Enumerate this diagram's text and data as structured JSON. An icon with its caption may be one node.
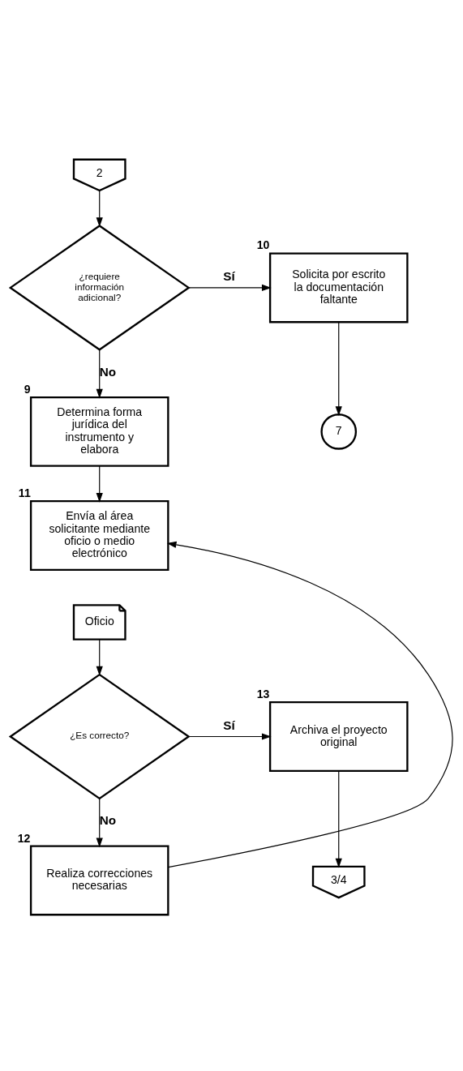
{
  "diagram": {
    "nodes": [
      {
        "text": [
          "2"
        ]
      },
      {
        "text": [
          "¿requiere información adicional?"
        ]
      },
      {
        "text": [
          "Solicita por escrito la documentación faltante"
        ],
        "beside": [
          "10"
        ]
      },
      {
        "text": [
          "7"
        ]
      },
      {
        "text": [
          "Determina forma jurídica del instrumento y elabora"
        ],
        "beside": [
          "9"
        ]
      },
      {
        "text": [
          "Envía al área solicitante mediante oficio o medio electrónico"
        ],
        "beside": [
          "11"
        ]
      },
      {
        "text": [
          "Oficio"
        ]
      },
      {
        "text": [
          "¿Es correcto?"
        ]
      },
      {
        "text": [
          "Archiva el proyecto original"
        ],
        "beside": [
          "13"
        ]
      },
      {
        "text": [
          "3/4"
        ]
      },
      {
        "text": [
          "Realiza correcciones necesarias"
        ],
        "beside": [
          "12"
        ]
      }
    ],
    "edges": [
      {
        "from": 0,
        "to": 1,
        "arrow": "to"
      },
      {
        "from": 1,
        "to": 2,
        "arrow": "to",
        "label": "Sí"
      },
      {
        "from": 2,
        "to": 3,
        "arrow": "to"
      },
      {
        "from": 1,
        "to": 4,
        "arrow": "to",
        "label": "No"
      },
      {
        "from": 4,
        "to": 5,
        "arrow": "to"
      },
      {
        "from": 6,
        "to": 7,
        "arrow": "to"
      },
      {
        "from": 7,
        "to": 8,
        "arrow": "to",
        "label": "Sí"
      },
      {
        "from": 8,
        "to": 9,
        "arrow": "to"
      },
      {
        "from": 7,
        "to": 10,
        "arrow": "to",
        "label": "No"
      },
      {
        "from": 10,
        "to": 5,
        "arrow": "to"
      }
    ]
  }
}
